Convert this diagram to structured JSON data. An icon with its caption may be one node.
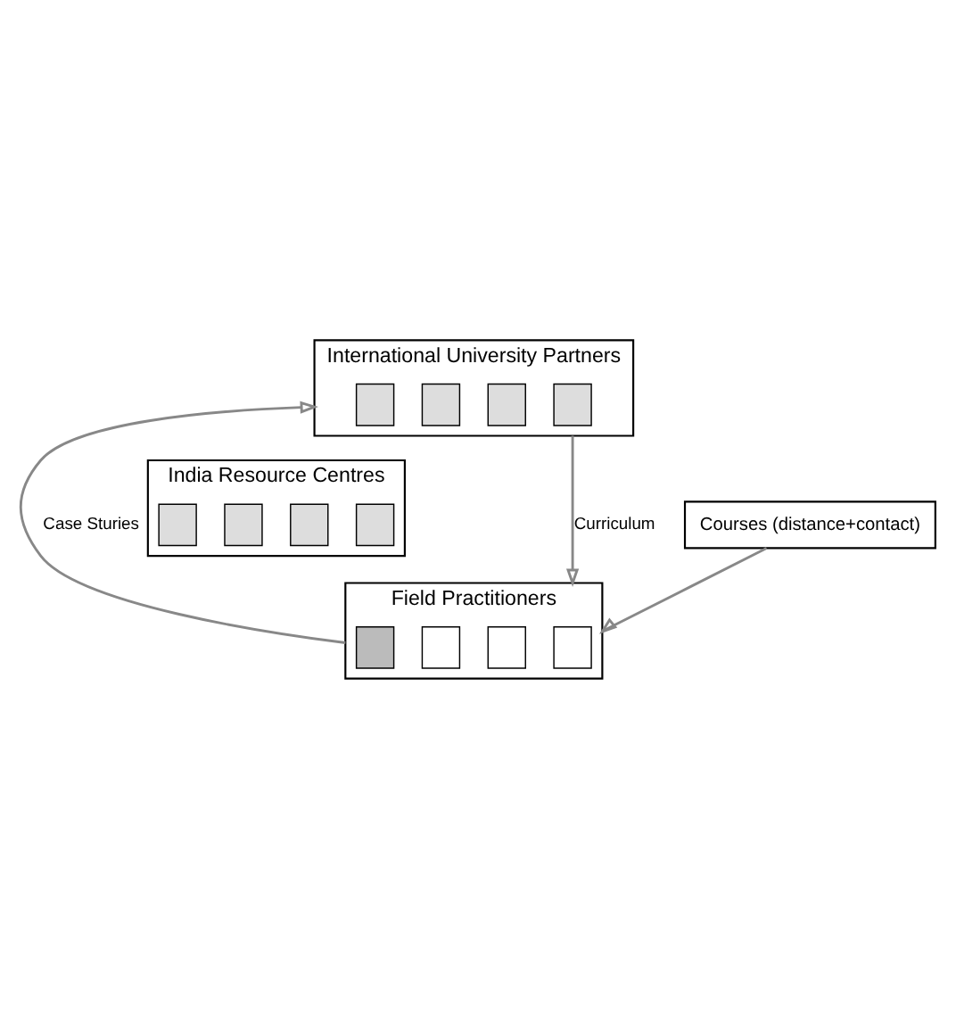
{
  "diagram": {
    "nodes": [
      {
        "text": [
          "International University Partners"
        ]
      },
      {
        "text": [],
        "shape": "box",
        "in": 0
      },
      {
        "text": [],
        "shape": "box",
        "in": 0
      },
      {
        "text": [],
        "shape": "box",
        "in": 0
      },
      {
        "text": [],
        "shape": "box",
        "in": 0
      },
      {
        "text": [
          "India Resource Centres"
        ]
      },
      {
        "text": [],
        "shape": "box",
        "in": 5
      },
      {
        "text": [],
        "shape": "box",
        "in": 5
      },
      {
        "text": [],
        "shape": "box",
        "in": 5
      },
      {
        "text": [],
        "shape": "box",
        "in": 5
      },
      {
        "text": [
          "Courses (distance+contact)"
        ]
      },
      {
        "text": [
          "Field Practitioners"
        ]
      },
      {
        "text": [],
        "shape": "box",
        "in": 11
      },
      {
        "text": [],
        "shape": "box",
        "in": 11
      },
      {
        "text": [],
        "shape": "box",
        "in": 11
      },
      {
        "text": [],
        "shape": "box",
        "in": 11
      }
    ],
    "edges": [
      {
        "from": 11,
        "to": 0,
        "arrow": "to",
        "label": "Case Sturies"
      },
      {
        "from": 0,
        "to": 11,
        "arrow": "to",
        "label": "Curriculum"
      },
      {
        "from": 10,
        "to": 11,
        "arrow": "to"
      }
    ]
  }
}
